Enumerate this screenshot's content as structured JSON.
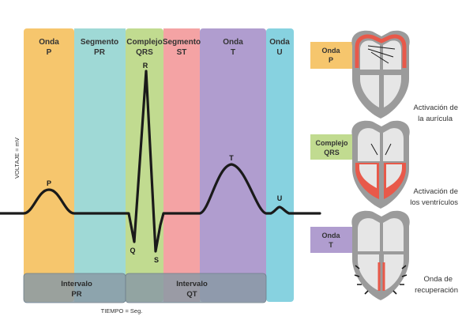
{
  "bands": [
    {
      "id": "p",
      "line1": "Onda",
      "line2": "P",
      "color": "#f6c66d"
    },
    {
      "id": "pr",
      "line1": "Segmento",
      "line2": "PR",
      "color": "#9fd9d6"
    },
    {
      "id": "qrs",
      "line1": "Complejo",
      "line2": "QRS",
      "color": "#c1db90"
    },
    {
      "id": "st",
      "line1": "Segmento",
      "line2": "ST",
      "color": "#f4a3a4"
    },
    {
      "id": "t",
      "line1": "Onda",
      "line2": "T",
      "color": "#b09dcf"
    },
    {
      "id": "u",
      "line1": "Onda",
      "line2": "U",
      "color": "#87d2e0"
    }
  ],
  "wave_labels": {
    "p": "P",
    "r": "R",
    "q": "Q",
    "s": "S",
    "t": "T",
    "u": "U"
  },
  "axes": {
    "y": "VOLTAJE = mV",
    "x": "TIEMPO = Seg."
  },
  "intervals": [
    {
      "id": "pr",
      "line1": "Intervalo",
      "line2": "PR"
    },
    {
      "id": "qt",
      "line1": "Intervalo",
      "line2": "QT"
    }
  ],
  "panels": [
    {
      "id": "atria",
      "tag1": "Onda",
      "tag2": "P",
      "tag_color": "#f6c66d",
      "caption1": "Activación de",
      "caption2": "la aurícula"
    },
    {
      "id": "ventricles",
      "tag1": "Complejo",
      "tag2": "QRS",
      "tag_color": "#c1db90",
      "caption1": "Activación de",
      "caption2": "los ventrículos"
    },
    {
      "id": "recovery",
      "tag1": "Onda",
      "tag2": "T",
      "tag_color": "#b09dcf",
      "caption1": "Onda de",
      "caption2": "recuperación"
    }
  ],
  "colors": {
    "activation": "#e8594a",
    "heart_outer": "#9b9b9b",
    "heart_inner": "#e6e6e6",
    "interval_box": "#8a9aa6",
    "trace": "#1a1a1a"
  }
}
